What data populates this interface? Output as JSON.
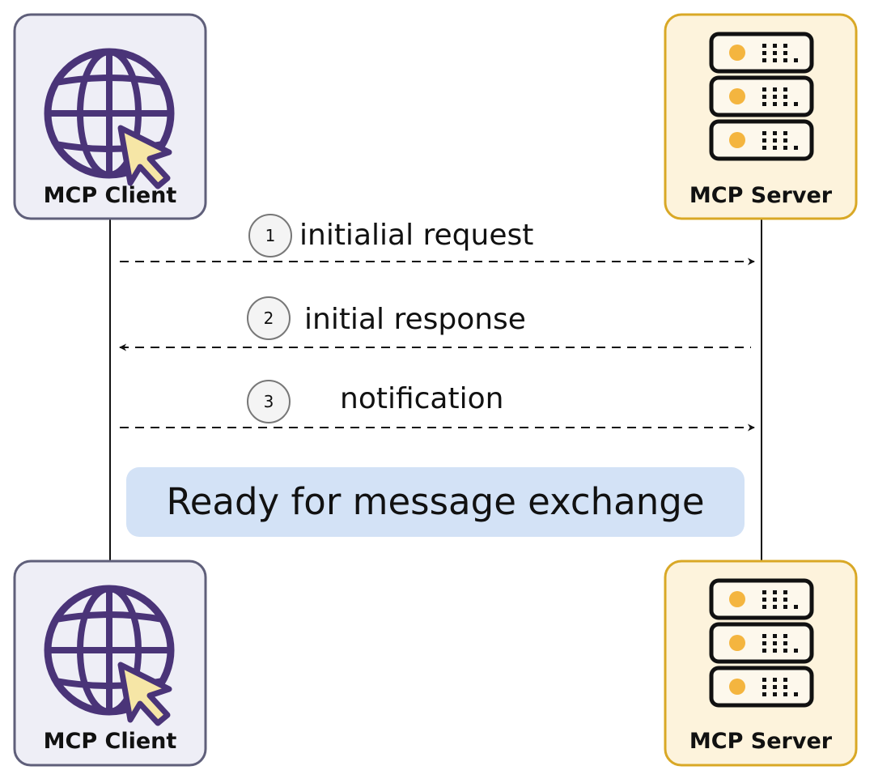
{
  "participants": {
    "client": {
      "label": "MCP Client",
      "icon": "globe-cursor-icon",
      "fill": "#eeeef6",
      "stroke": "#5f5f7a"
    },
    "server": {
      "label": "MCP Server",
      "icon": "server-rack-icon",
      "fill": "#fdf3dc",
      "stroke": "#d9a826"
    }
  },
  "messages": [
    {
      "step": "1",
      "label": "initialial request",
      "direction": "client-to-server"
    },
    {
      "step": "2",
      "label": "initial response",
      "direction": "server-to-client"
    },
    {
      "step": "3",
      "label": "notification",
      "direction": "client-to-server"
    }
  ],
  "status": {
    "label": "Ready for message exchange",
    "fill": "#d3e2f6"
  },
  "colors": {
    "globe": "#4a3478",
    "cursor": "#f6e6a6",
    "server_light": "#f4b53f",
    "outline": "#111111"
  }
}
